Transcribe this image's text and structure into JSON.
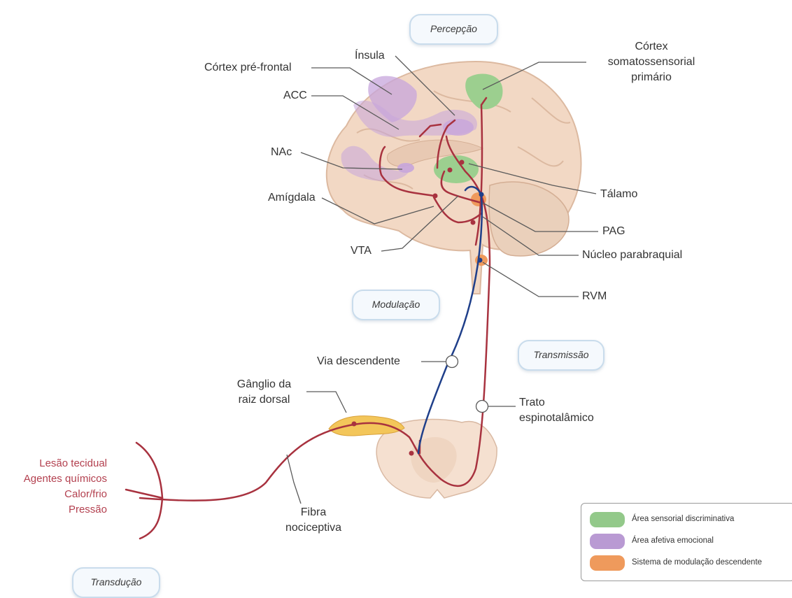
{
  "stages": {
    "perception": "Percepção",
    "modulation": "Modulação",
    "transmission": "Transmissão",
    "transduction": "Transdução"
  },
  "labels": {
    "insula": "Ínsula",
    "prefrontal": "Córtex pré-frontal",
    "acc": "ACC",
    "nac": "NAc",
    "amygdala": "Amígdala",
    "vta": "VTA",
    "somatosensory": "Córtex somatossensorial primário",
    "thalamus": "Tálamo",
    "pag": "PAG",
    "parabrachial": "Núcleo parabraquial",
    "rvm": "RVM",
    "descending": "Via descendente",
    "spinothalamic": "Trato espinotalâmico",
    "dorsal_root": "Gânglio da raiz dorsal",
    "fiber": "Fibra nociceptiva"
  },
  "stimuli": {
    "line1": "Lesão tecidual",
    "line2": "Agentes químicos",
    "line3": "Calor/frio",
    "line4": "Pressão"
  },
  "legend": [
    {
      "label": "Área sensorial discriminativa",
      "color": "#93c98a"
    },
    {
      "label": "Área afetiva emocional",
      "color": "#b99ad3"
    },
    {
      "label": "Sistema de modulação descendente",
      "color": "#ef9a5c"
    }
  ],
  "colors": {
    "ascending_path": "#a8323f",
    "descending_path": "#1f3f8a",
    "brain": "#f2d8c4",
    "spinal_cord": "#f5e0d0",
    "ganglion": "#f3c65a"
  }
}
